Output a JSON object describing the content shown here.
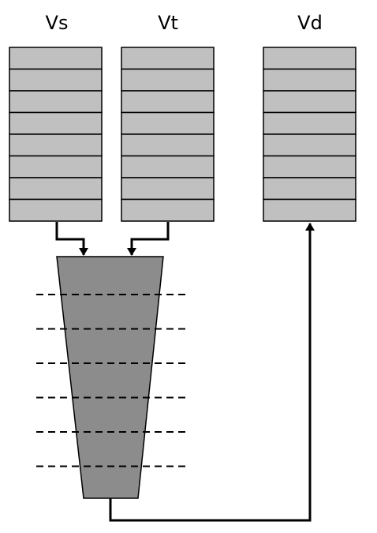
{
  "registers": [
    {
      "id": "vs",
      "label": "Vs",
      "elements": 8
    },
    {
      "id": "vt",
      "label": "Vt",
      "elements": 8
    },
    {
      "id": "vd",
      "label": "Vd",
      "elements": 8
    }
  ],
  "pipeline": {
    "stage_boundaries": 6
  },
  "colors": {
    "register_fill": "#c0c0c0",
    "pipeline_fill": "#8c8c8c",
    "line": "#000000"
  }
}
